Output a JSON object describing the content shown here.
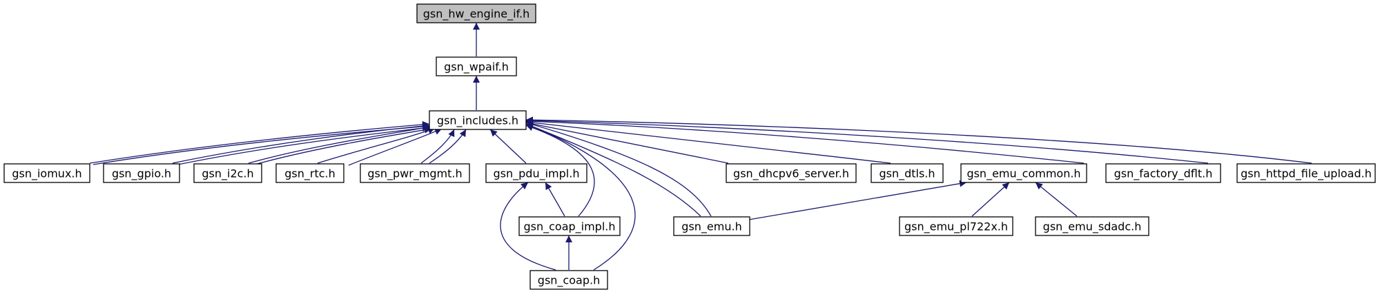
{
  "graph": {
    "edge_color": "#191970",
    "root_fill": "#bfbfbf",
    "nodes": [
      {
        "id": "hw_engine_if",
        "label": "gsn_hw_engine_if.h",
        "root": true
      },
      {
        "id": "wpaif",
        "label": "gsn_wpaif.h"
      },
      {
        "id": "includes",
        "label": "gsn_includes.h"
      },
      {
        "id": "iomux",
        "label": "gsn_iomux.h"
      },
      {
        "id": "gpio",
        "label": "gsn_gpio.h"
      },
      {
        "id": "i2c",
        "label": "gsn_i2c.h"
      },
      {
        "id": "rtc",
        "label": "gsn_rtc.h"
      },
      {
        "id": "pwr_mgmt",
        "label": "gsn_pwr_mgmt.h"
      },
      {
        "id": "pdu_impl",
        "label": "gsn_pdu_impl.h"
      },
      {
        "id": "dhcpv6_server",
        "label": "gsn_dhcpv6_server.h"
      },
      {
        "id": "dtls",
        "label": "gsn_dtls.h"
      },
      {
        "id": "emu_common",
        "label": "gsn_emu_common.h"
      },
      {
        "id": "factory_dflt",
        "label": "gsn_factory_dflt.h"
      },
      {
        "id": "httpd_file_upload",
        "label": "gsn_httpd_file_upload.h"
      },
      {
        "id": "coap_impl",
        "label": "gsn_coap_impl.h"
      },
      {
        "id": "emu",
        "label": "gsn_emu.h"
      },
      {
        "id": "emu_pl722x",
        "label": "gsn_emu_pl722x.h"
      },
      {
        "id": "emu_sdadc",
        "label": "gsn_emu_sdadc.h"
      },
      {
        "id": "coap",
        "label": "gsn_coap.h"
      }
    ],
    "edges": [
      {
        "from": "wpaif",
        "to": "hw_engine_if"
      },
      {
        "from": "includes",
        "to": "wpaif"
      },
      {
        "from": "iomux",
        "to": "includes"
      },
      {
        "from": "gpio",
        "to": "includes"
      },
      {
        "from": "i2c",
        "to": "includes"
      },
      {
        "from": "rtc",
        "to": "includes"
      },
      {
        "from": "pwr_mgmt",
        "to": "includes"
      },
      {
        "from": "pdu_impl",
        "to": "includes"
      },
      {
        "from": "coap_impl",
        "to": "includes"
      },
      {
        "from": "coap",
        "to": "includes"
      },
      {
        "from": "emu",
        "to": "includes"
      },
      {
        "from": "dhcpv6_server",
        "to": "includes"
      },
      {
        "from": "dtls",
        "to": "includes"
      },
      {
        "from": "emu_common",
        "to": "includes"
      },
      {
        "from": "factory_dflt",
        "to": "includes"
      },
      {
        "from": "httpd_file_upload",
        "to": "includes"
      },
      {
        "from": "coap_impl",
        "to": "pdu_impl"
      },
      {
        "from": "coap",
        "to": "pdu_impl"
      },
      {
        "from": "coap",
        "to": "coap_impl"
      },
      {
        "from": "emu",
        "to": "emu_common"
      },
      {
        "from": "emu_pl722x",
        "to": "emu_common"
      },
      {
        "from": "emu_sdadc",
        "to": "emu_common"
      }
    ]
  }
}
